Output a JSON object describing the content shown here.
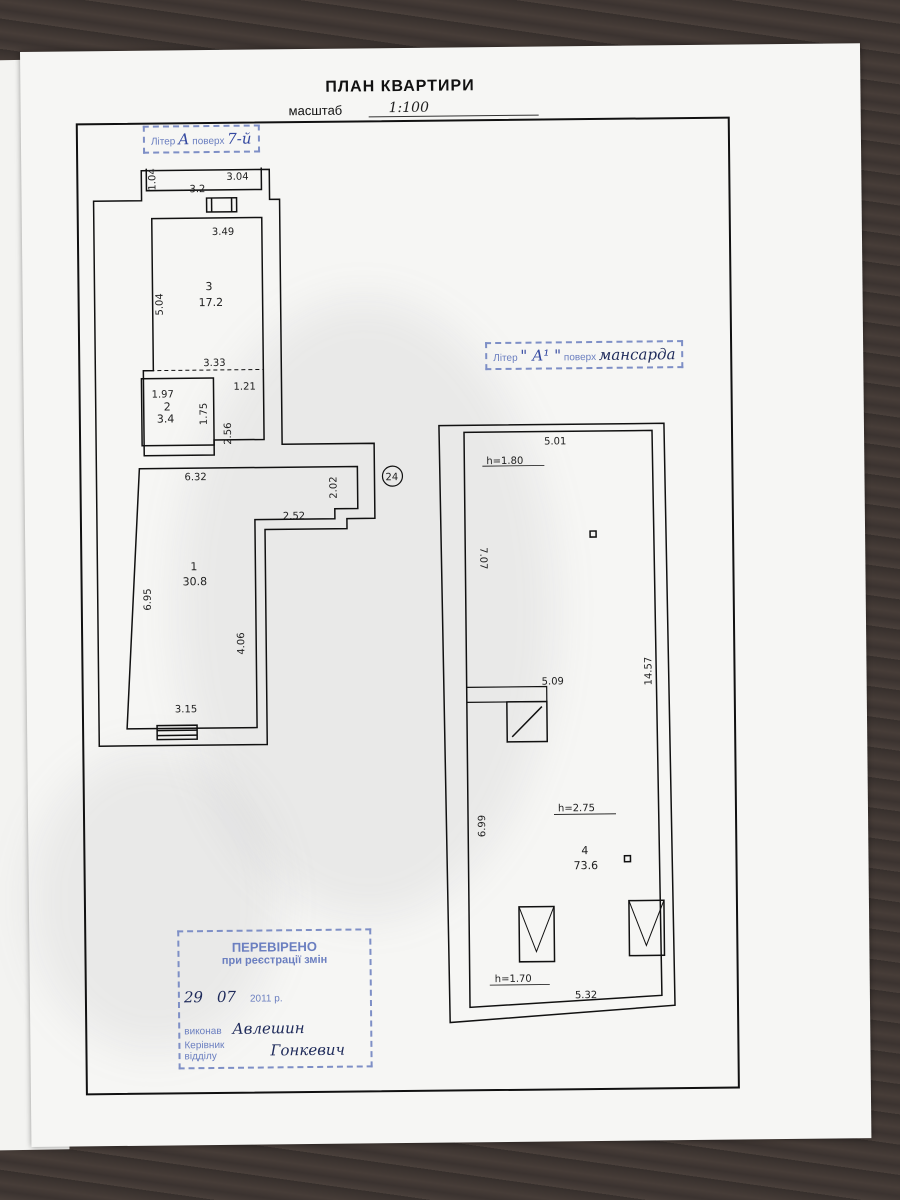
{
  "header": {
    "title": "ПЛАН КВАРТИРИ",
    "scale_label": "масштаб",
    "scale_value": "1:100"
  },
  "stamps": {
    "liter_a": {
      "liter_label": "Літер",
      "liter_value": "А",
      "floor_label": "поверх",
      "floor_value": "7-й"
    },
    "liter_a1": {
      "liter_label": "Літер",
      "liter_value": "\" А¹ \"",
      "floor_label": "поверх",
      "floor_value": "мансарда"
    },
    "check": {
      "heading": "ПЕРЕВІРЕНО",
      "subheading": "при реєстрації змін",
      "date_day": "29",
      "date_month": "07",
      "date_year": "2011",
      "date_suffix": "р.",
      "executor_label": "виконав",
      "executor_signature": "Авлешин",
      "head_label": "Керівник відділу",
      "head_signature": "Гонкевич"
    }
  },
  "plan_left": {
    "rooms": [
      {
        "number": "3",
        "area": "17.2"
      },
      {
        "number": "2",
        "area": "3.4"
      },
      {
        "number": "1",
        "area": "30.8"
      }
    ],
    "dimensions": {
      "balcony_depth": "1.04",
      "balcony_width": "3.04",
      "balcony_inner": "3.2",
      "room3_width": "3.49",
      "room3_height": "5.04",
      "room3_bottom": "3.33",
      "bath_width": "1.97",
      "bath_height": "1.75",
      "corridor_width": "1.21",
      "corridor_height": "2.56",
      "room1_top": "6.32",
      "step_height": "2.02",
      "step_width": "2.52",
      "room1_height": "6.95",
      "room1_inner_height": "4.06",
      "room1_bottom": "3.15"
    },
    "stair_marker": "24"
  },
  "plan_right": {
    "room": {
      "number": "4",
      "area": "73.6"
    },
    "heights": {
      "top": "h=1.80",
      "middle": "h=2.75",
      "bottom": "h=1.70"
    },
    "dimensions": {
      "top_width": "5.01",
      "upper_height": "7.07",
      "total_height": "14.57",
      "mid_width": "5.09",
      "lower_height": "6.99",
      "bottom_width": "5.32"
    }
  }
}
